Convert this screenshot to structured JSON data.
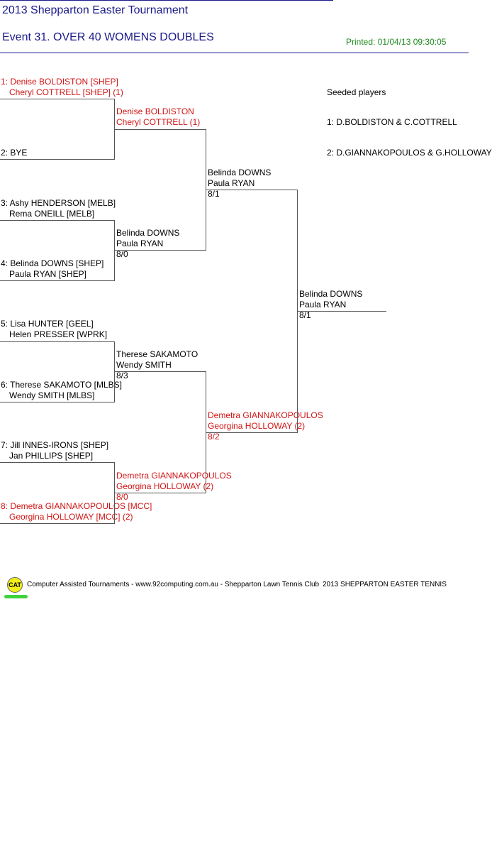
{
  "header": {
    "title": "2013 Shepparton Easter Tournament",
    "event": "Event 31. OVER 40 WOMENS DOUBLES",
    "printed": "Printed: 01/04/13 09:30:05"
  },
  "round1": [
    {
      "line1": "1: Denise BOLDISTON [SHEP]",
      "line2": "Cheryl COTTRELL [SHEP] (1)",
      "color": "#d01414"
    },
    {
      "line1": "2: BYE",
      "line2": "",
      "color": "#000000"
    },
    {
      "line1": "3: Ashy HENDERSON [MELB]",
      "line2": "Rema ONEILL [MELB]",
      "color": "#000000"
    },
    {
      "line1": "4: Belinda DOWNS [SHEP]",
      "line2": "Paula RYAN [SHEP]",
      "color": "#000000"
    },
    {
      "line1": "5: Lisa HUNTER [GEEL]",
      "line2": "Helen PRESSER [WPRK]",
      "color": "#000000"
    },
    {
      "line1": "6: Therese SAKAMOTO [MLBS]",
      "line2": "Wendy SMITH [MLBS]",
      "color": "#000000"
    },
    {
      "line1": "7: Jill INNES-IRONS [SHEP]",
      "line2": "Jan PHILLIPS [SHEP]",
      "color": "#000000"
    },
    {
      "line1": "8: Demetra GIANNAKOPOULOS [MCC]",
      "line2": "Georgina HOLLOWAY [MCC] (2)",
      "color": "#d01414"
    }
  ],
  "round2": [
    {
      "line1": "Denise BOLDISTON",
      "line2": "Cheryl COTTRELL (1)",
      "score": "",
      "color": "#d01414"
    },
    {
      "line1": "Belinda DOWNS",
      "line2": "Paula RYAN",
      "score": "8/0",
      "color": "#000000"
    },
    {
      "line1": "Therese SAKAMOTO",
      "line2": "Wendy SMITH",
      "score": "8/3",
      "color": "#000000"
    },
    {
      "line1": "Demetra GIANNAKOPOULOS",
      "line2": "Georgina HOLLOWAY (2)",
      "score": "8/0",
      "color": "#d01414"
    }
  ],
  "round3": [
    {
      "line1": "Belinda DOWNS",
      "line2": "Paula RYAN",
      "score": "8/1",
      "color": "#000000"
    },
    {
      "line1": "Demetra GIANNAKOPOULOS",
      "line2": "Georgina HOLLOWAY (2)",
      "score": "8/2",
      "color": "#d01414"
    }
  ],
  "final": {
    "line1": "Belinda DOWNS",
    "line2": "Paula RYAN",
    "score": "8/1",
    "color": "#000000"
  },
  "seeds": {
    "heading": "Seeded players",
    "items": [
      "1: D.BOLDISTON & C.COTTRELL",
      "2: D.GIANNAKOPOULOS & G.HOLLOWAY"
    ]
  },
  "footer": {
    "logo": "CAT",
    "credit": "Computer Assisted Tournaments - www.92computing.com.au -  Shepparton Lawn Tennis Club",
    "event_name": "2013 SHEPPARTON EASTER TENNIS"
  },
  "colors": {
    "header": "#1a1a8c",
    "seed_highlight": "#d01414",
    "printed": "#1e8a1e",
    "logo": "#f2ee1a",
    "logo_underline": "#3fd23f"
  }
}
